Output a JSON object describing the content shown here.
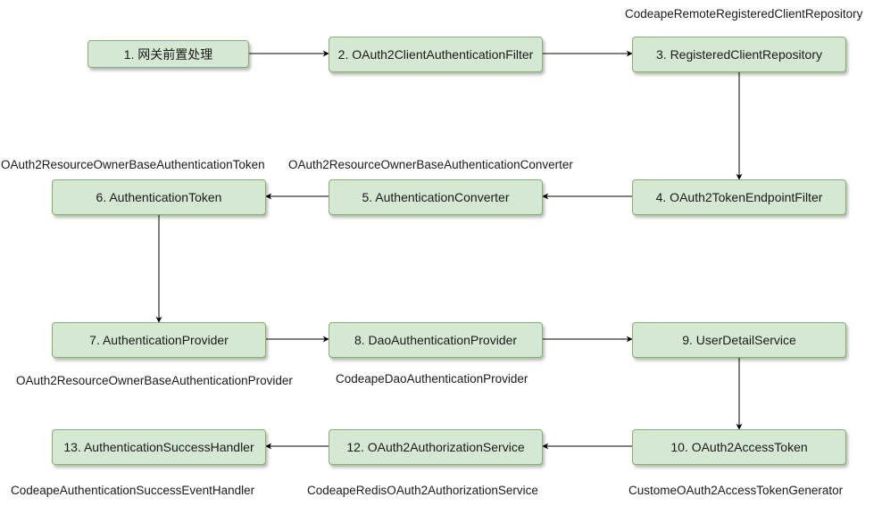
{
  "nodes": [
    {
      "id": "n1",
      "label": "1. 网关前置处理"
    },
    {
      "id": "n2",
      "label": "2. OAuth2ClientAuthenticationFilter"
    },
    {
      "id": "n3",
      "label": "3. RegisteredClientRepository"
    },
    {
      "id": "n4",
      "label": "4. OAuth2TokenEndpointFilter"
    },
    {
      "id": "n5",
      "label": "5. AuthenticationConverter"
    },
    {
      "id": "n6",
      "label": "6. AuthenticationToken"
    },
    {
      "id": "n7",
      "label": "7. AuthenticationProvider"
    },
    {
      "id": "n8",
      "label": "8. DaoAuthenticationProvider"
    },
    {
      "id": "n9",
      "label": "9. UserDetailService"
    },
    {
      "id": "n10",
      "label": "10. OAuth2AccessToken"
    },
    {
      "id": "n12",
      "label": "12. OAuth2AuthorizationService"
    },
    {
      "id": "n13",
      "label": "13. AuthenticationSuccessHandler"
    }
  ],
  "captions": {
    "n3": "CodeapeRemoteRegisteredClientRepository",
    "n5": "OAuth2ResourceOwnerBaseAuthenticationConverter",
    "n6": "OAuth2ResourceOwnerBaseAuthenticationToken",
    "n7": "OAuth2ResourceOwnerBaseAuthenticationProvider",
    "n8": "CodeapeDaoAuthenticationProvider",
    "n10": "CustomeOAuth2AccessTokenGenerator",
    "n12": "CodeapeRedisOAuth2AuthorizationService",
    "n13": "CodeapeAuthenticationSuccessEventHandler"
  },
  "edges": [
    {
      "from": "n1",
      "to": "n2"
    },
    {
      "from": "n2",
      "to": "n3"
    },
    {
      "from": "n3",
      "to": "n4"
    },
    {
      "from": "n4",
      "to": "n5"
    },
    {
      "from": "n5",
      "to": "n6"
    },
    {
      "from": "n6",
      "to": "n7"
    },
    {
      "from": "n7",
      "to": "n8"
    },
    {
      "from": "n8",
      "to": "n9"
    },
    {
      "from": "n9",
      "to": "n10"
    },
    {
      "from": "n10",
      "to": "n12"
    },
    {
      "from": "n12",
      "to": "n13"
    }
  ],
  "colors": {
    "node_fill": "#d5e8d4",
    "node_border": "#82b366",
    "edge": "#000000"
  }
}
